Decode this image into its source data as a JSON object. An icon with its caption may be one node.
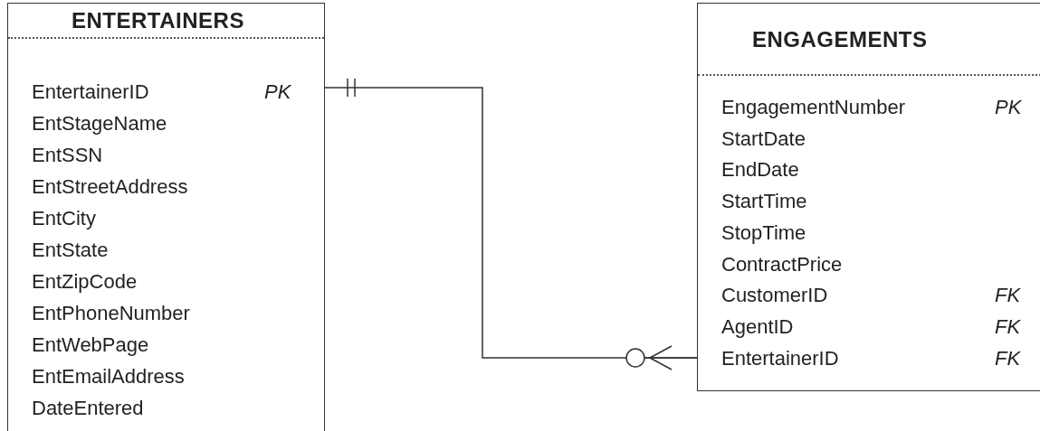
{
  "diagram": {
    "nodes": [
      {
        "text": [
          "ENTERTAINERS",
          "EntertainerID",
          "PK",
          "EntStageName",
          "EntSSN",
          "EntStreetAddress",
          "EntCity",
          "EntState",
          "EntZipCode",
          "EntPhoneNumber",
          "EntWebPage",
          "EntEmailAddress",
          "DateEntered"
        ]
      },
      {
        "text": [
          "ENGAGEMENTS",
          "EngagementNumber",
          "PK",
          "StartDate",
          "EndDate",
          "StartTime",
          "StopTime",
          "ContractPrice",
          "CustomerID",
          "FK",
          "AgentID",
          "FK",
          "EntertainerID",
          "FK"
        ]
      }
    ],
    "edges": [
      {
        "from": 0,
        "to": 1,
        "arrow": "other"
      }
    ]
  }
}
